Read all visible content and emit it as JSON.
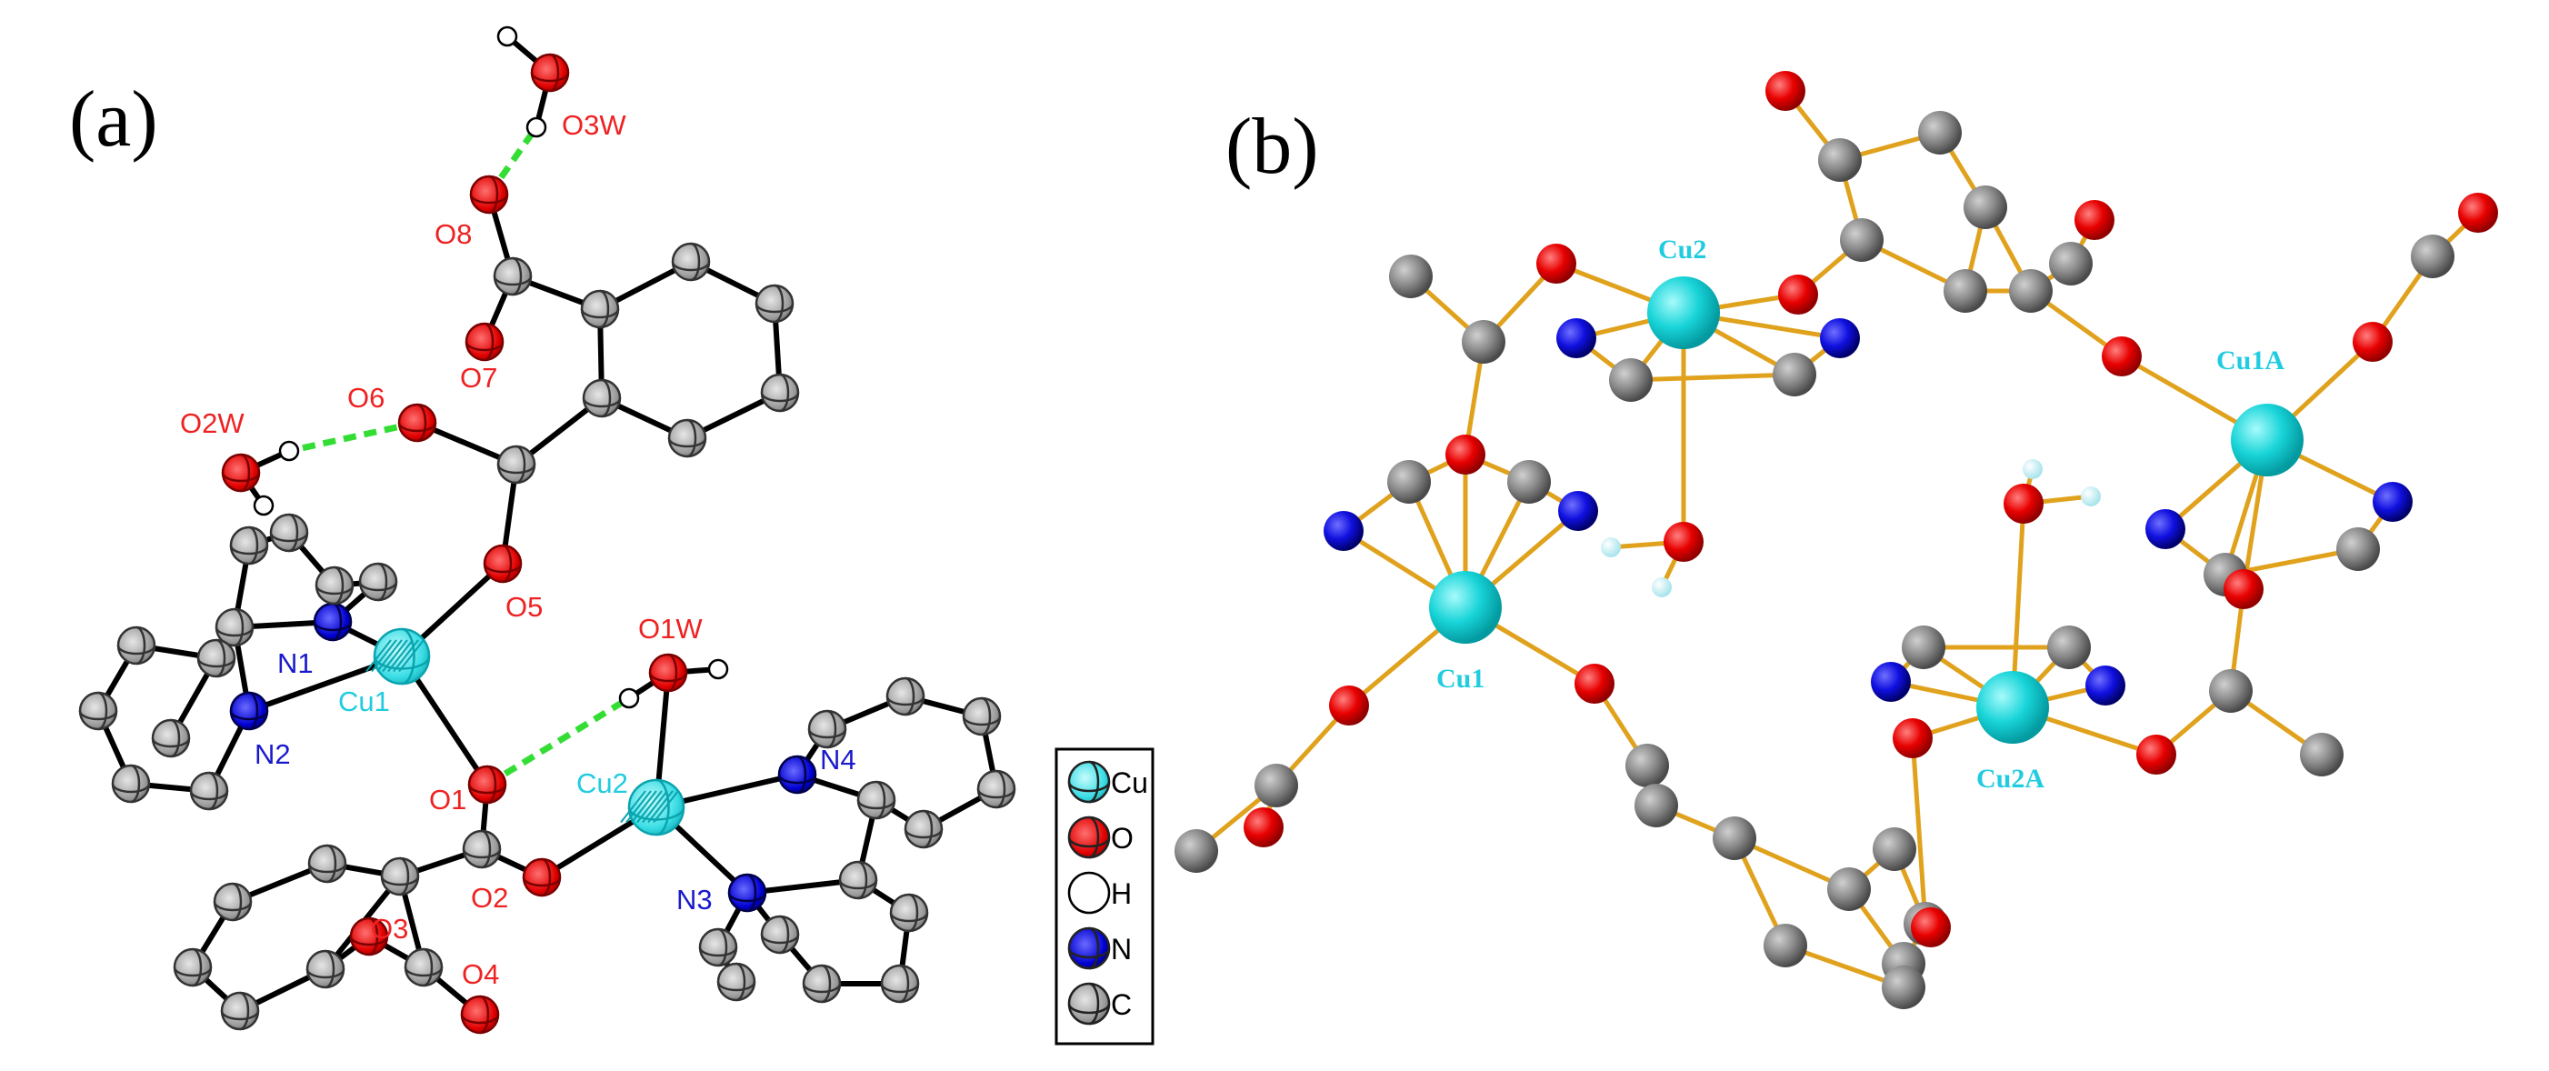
{
  "panels": {
    "a": {
      "label": "(a)",
      "atom_labels": {
        "O3W": "O3W",
        "O8": "O8",
        "O7": "O7",
        "O6": "O6",
        "O2W": "O2W",
        "O5": "O5",
        "O1W": "O1W",
        "N1": "N1",
        "Cu1": "Cu1",
        "N2": "N2",
        "O1": "O1",
        "Cu2": "Cu2",
        "N4": "N4",
        "O2": "O2",
        "N3": "N3",
        "O3": "O3",
        "O4": "O4"
      }
    },
    "b": {
      "label": "(b)",
      "atom_labels": {
        "Cu2": "Cu2",
        "Cu1A": "Cu1A",
        "Cu1": "Cu1",
        "Cu2A": "Cu2A"
      }
    }
  },
  "legend": [
    {
      "symbol": "Cu",
      "label": "Cu",
      "color": "#33d6e0"
    },
    {
      "symbol": "O",
      "label": "O",
      "color": "#ff1a1a"
    },
    {
      "symbol": "H",
      "label": "H",
      "color": "#ffffff"
    },
    {
      "symbol": "N",
      "label": "N",
      "color": "#1a1aff"
    },
    {
      "symbol": "C",
      "label": "C",
      "color": "#9a9a9a"
    }
  ],
  "colors": {
    "cu": "#00c8cc",
    "cu_light": "#7ef2f4",
    "o": "#e00000",
    "n": "#0000d0",
    "c": "#888888",
    "h": "#ffffff",
    "h_b": "#c8f0f4",
    "bond_a": "#000000",
    "bond_b": "#e0a21c",
    "hbond": "#33dd33",
    "label_red": "#ee2222",
    "label_blue": "#1a1acc",
    "label_cyan": "#22cce0"
  }
}
